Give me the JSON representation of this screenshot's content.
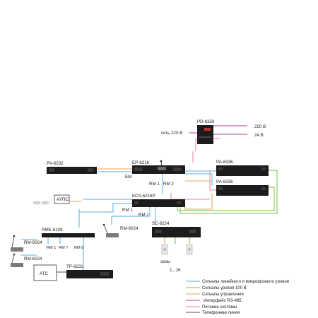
{
  "devices": {
    "pd": "PD-6359",
    "pv": "PV-6232",
    "ep": "EP-6216",
    "pa1": "PA-6336",
    "pa2": "PA-6336",
    "ecs": "ECS-6216P",
    "rme": "RME-6108",
    "sc": "SC-6224",
    "tp": "TP-6231"
  },
  "labels": {
    "mains_220": "сеть 220 В",
    "out_220": "220 В",
    "out_24": "24 В",
    "em": "EM",
    "ep_rm1": "RM 1",
    "ep_rm2": "RM 2",
    "aups": "АУПС",
    "ecs_rm1": "RM 1",
    "ecs_rm2": "RM 2",
    "rm6024_mid": "RM-6024",
    "rm6024_top": "RM-6024",
    "rm6024_bot": "RM-6024",
    "rme_rm1": "RM 1",
    "rme_rm7": "RM 7",
    "rme_rm8": "RM 8",
    "zones": "зоны",
    "zones_range": "1...16",
    "ats": "АТС"
  },
  "legend": [
    {
      "color": "#5aaee0",
      "text": "Сигналы линейного и микрофонного уровня"
    },
    {
      "color": "#77c043",
      "text": "Сигналы уровня 100 В"
    },
    {
      "color": "#f0a060",
      "text": "Сигналы управления"
    },
    {
      "color": "#c23c8c",
      "text": "Интерфейс RS-485"
    },
    {
      "color": "#e8829a",
      "text": "Питание системы"
    },
    {
      "color": "#555555",
      "text": "Телефонная линия"
    }
  ]
}
